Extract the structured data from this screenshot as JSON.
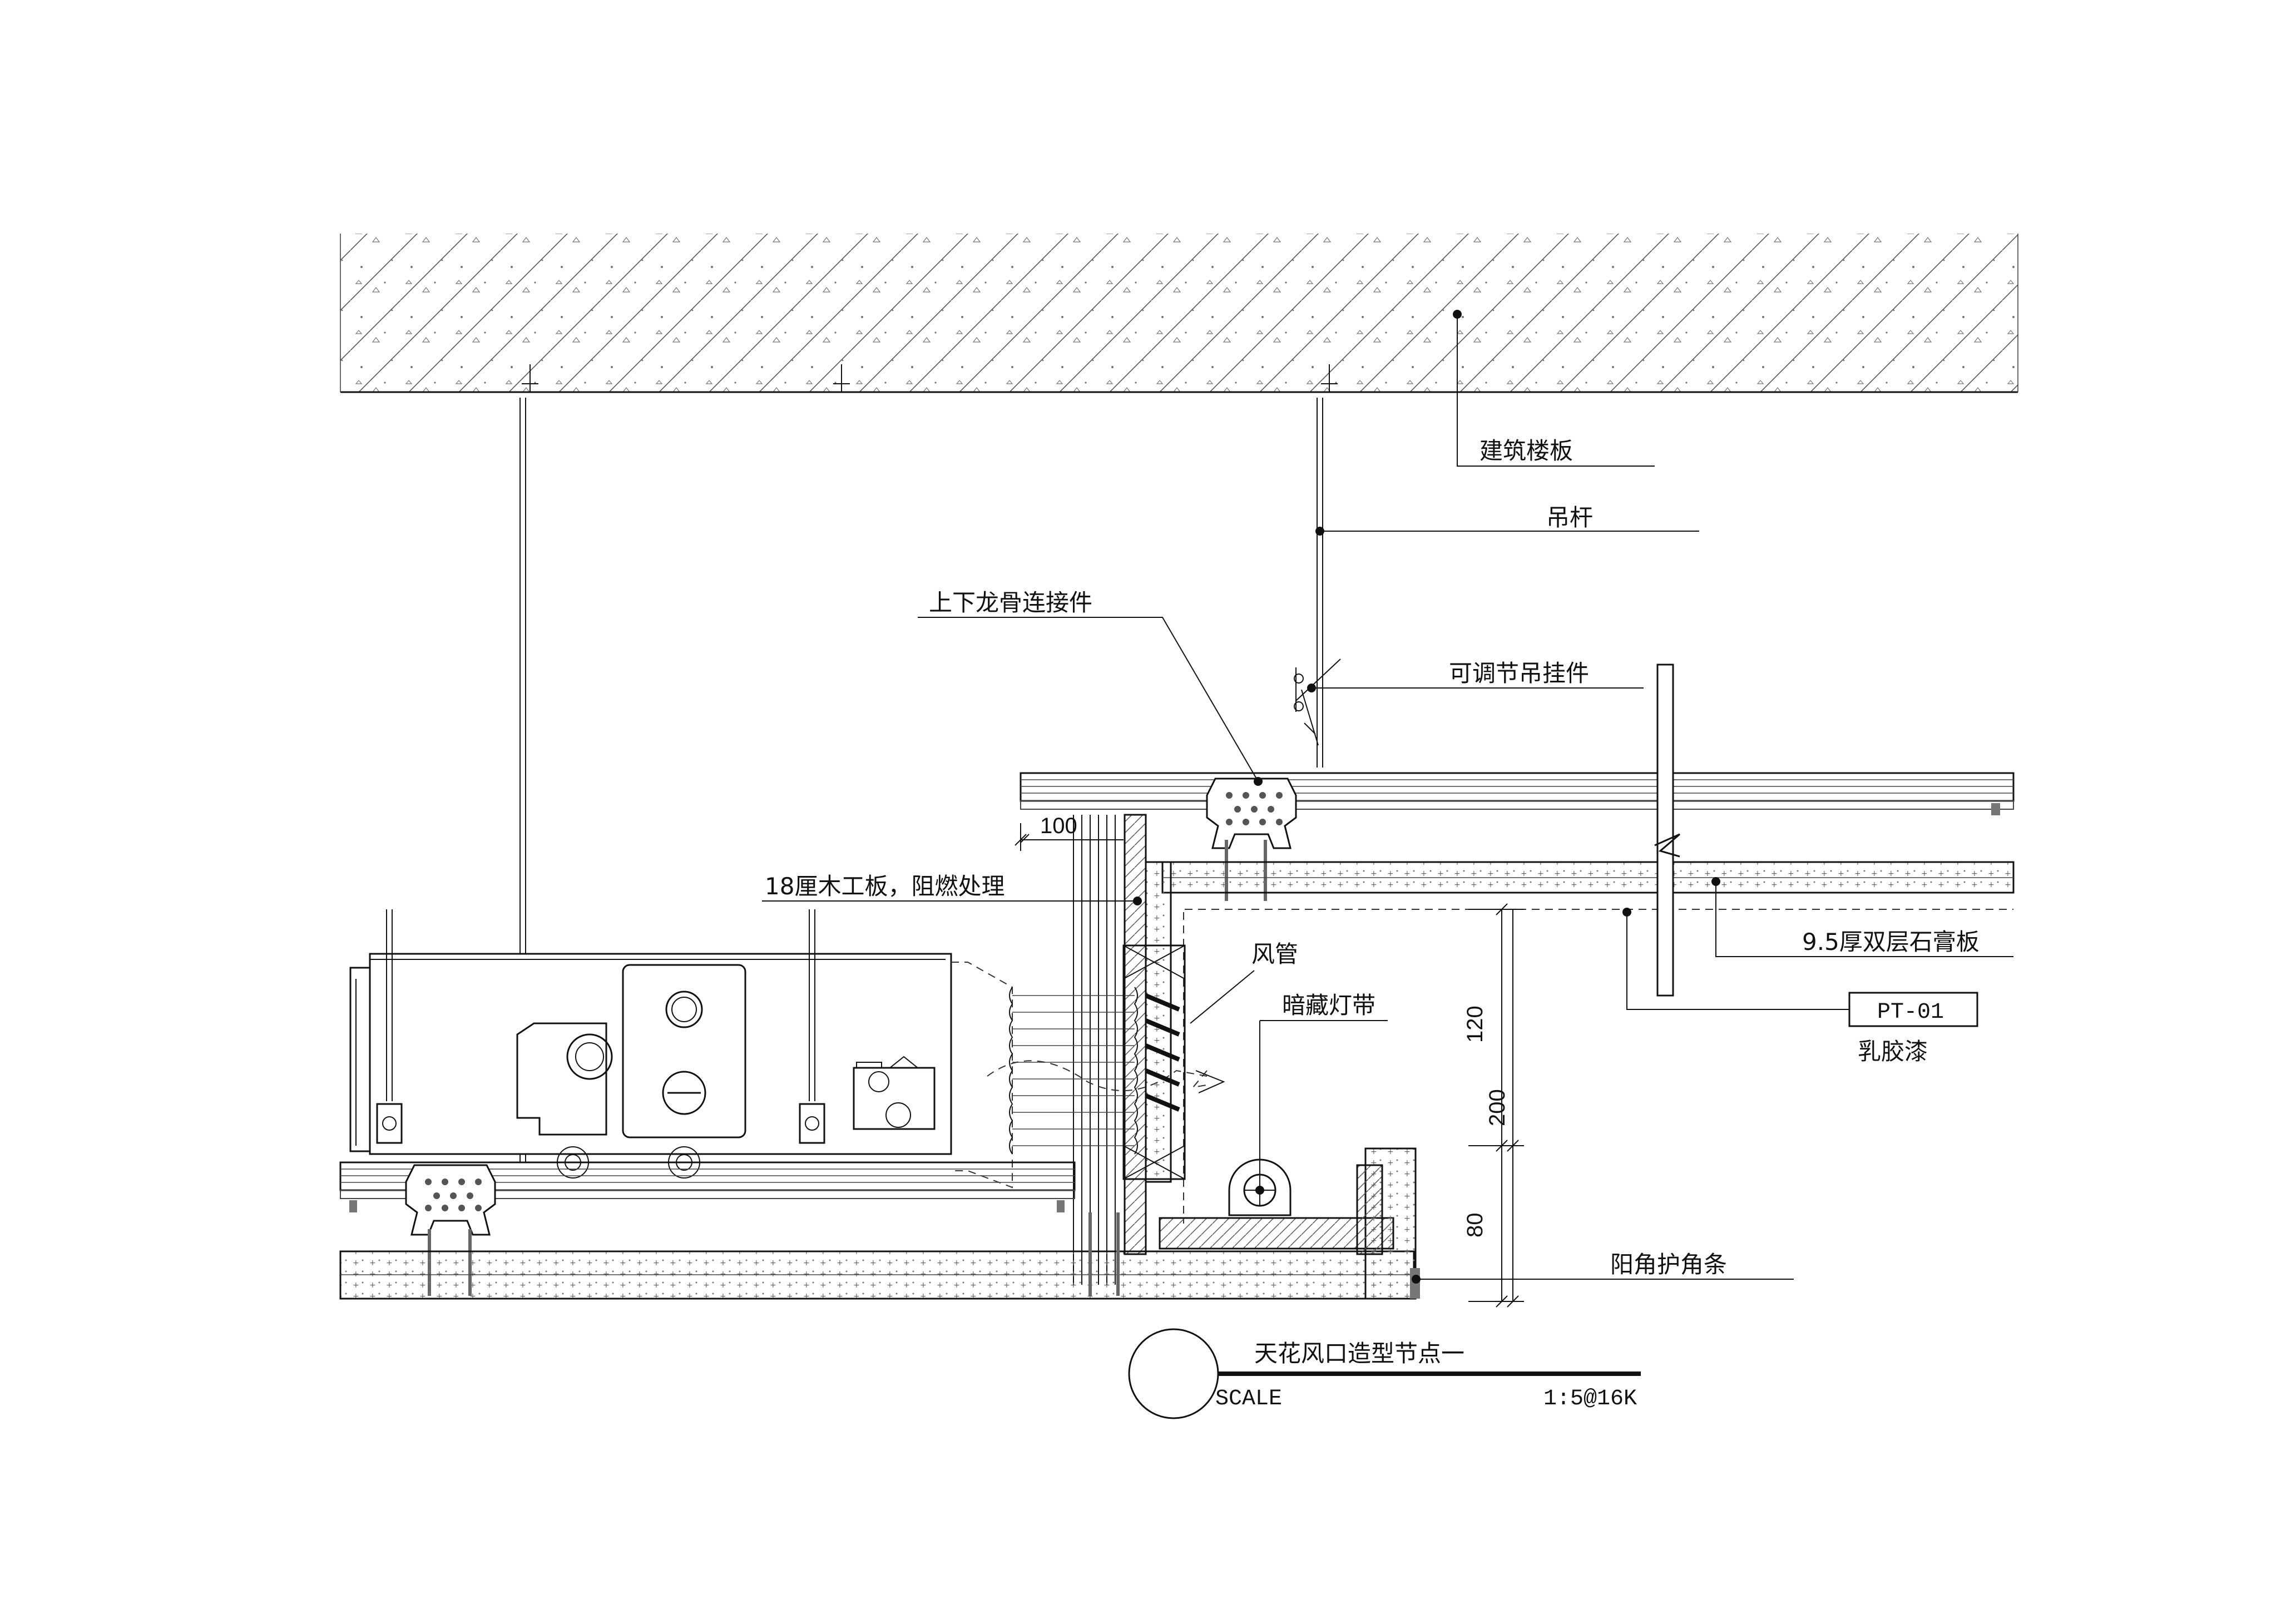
{
  "drawing": {
    "colors": {
      "line": "#111111",
      "background": "#ffffff",
      "part_gray": "#666666"
    },
    "labels": {
      "floor_slab": "建筑楼板",
      "hanger_rod": "吊杆",
      "keel_connector": "上下龙骨连接件",
      "adjustable_hanger": "可调节吊挂件",
      "wood_board": "18厘木工板，阻燃处理",
      "gypsum_board": "9.5厚双层石膏板",
      "duct": "风管",
      "hidden_light": "暗藏灯带",
      "paint_code": "PT-01",
      "paint_name": "乳胶漆",
      "corner_guard": "阳角护角条"
    },
    "dimensions": {
      "offset_100": "100",
      "height_120": "120",
      "height_200": "200",
      "height_80": "80"
    },
    "title_block": {
      "title": "天花风口造型节点一",
      "scale_label": "SCALE",
      "scale_value": "1:5@16K"
    }
  }
}
